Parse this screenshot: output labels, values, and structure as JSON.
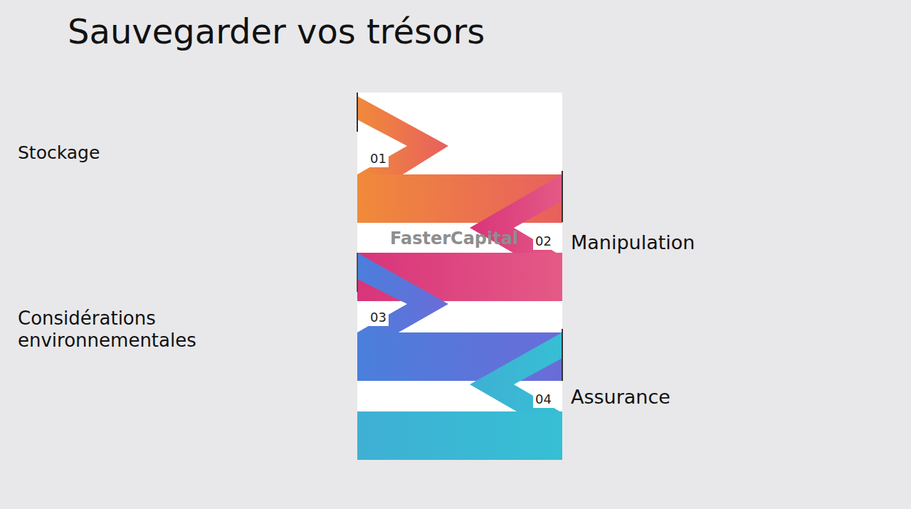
{
  "diagram": {
    "title": "Sauvegarder vos trésors",
    "labels": [
      "Stockage",
      "01",
      "Manipulation",
      "02",
      "Considérations environnementales",
      "03",
      "Assurance",
      "04",
      "FasterCapital"
    ]
  }
}
